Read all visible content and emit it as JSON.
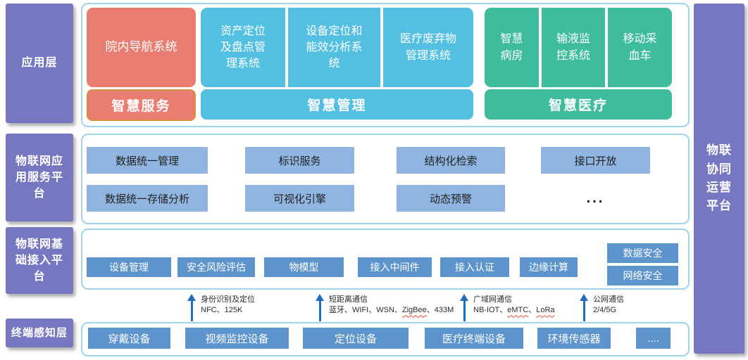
{
  "title": "医院物联网平台架构图",
  "colors": {
    "purple": "#7577C1",
    "panel_border": "#9ED4EA",
    "red_box": "#EA7D72",
    "orange_border": "#D98F3E",
    "cyan_box": "#53C0E2",
    "green_box": "#3EBC9B",
    "blue_light_box": "#8FB5E0",
    "blue_mid_box": "#5C94CB",
    "arrow_blue": "#1E6FC0",
    "spellcheck_squiggle": "#E8442E"
  },
  "left_labels": [
    {
      "text": "应用层"
    },
    {
      "text": "物联网应\n用服务平\n台"
    },
    {
      "text": "物联网基\n础接入平\n台"
    },
    {
      "text": "终端感知层"
    }
  ],
  "right_label": "物联\n协同\n运营\n平台",
  "app_layer": {
    "service": {
      "box": "院内导航系统",
      "label": "智慧服务"
    },
    "management": {
      "boxes": [
        "资产定位\n及盘点管\n理系统",
        "设备定位和\n能效分析系\n统",
        "医疗废弃物\n管理系统"
      ],
      "label": "智慧管理"
    },
    "medical": {
      "boxes": [
        "智慧\n病房",
        "输液监\n控系统",
        "移动采\n血车"
      ],
      "label": "智慧医疗"
    }
  },
  "service_platform": {
    "row1": [
      "数据统一管理",
      "标识服务",
      "结构化检索",
      "接口开放"
    ],
    "row2": [
      "数据统一存储分析",
      "可视化引擎",
      "动态预警"
    ],
    "ellipsis": "..."
  },
  "access_platform": {
    "boxes": [
      "设备管理",
      "安全风险评估",
      "物模型",
      "接入中间件",
      "接入认证",
      "边缘计算"
    ],
    "security": [
      "数据安全",
      "网络安全"
    ]
  },
  "comm_channels": [
    {
      "title": "身份识别及定位",
      "sub": "NFC、125K"
    },
    {
      "title": "短距离通信",
      "parts": [
        {
          "t": "蓝牙、WIFI、WSN、"
        },
        {
          "t": "ZigBee"
        },
        {
          "t": "、433M"
        }
      ]
    },
    {
      "title": "广域网通信",
      "parts": [
        {
          "t": "NB-IOT、"
        },
        {
          "t": "eMTC"
        },
        {
          "t": "、"
        },
        {
          "t": "LoRa"
        }
      ]
    },
    {
      "title": "公网通信",
      "sub": "2/4/5G"
    }
  ],
  "terminal_layer": {
    "boxes": [
      "穿戴设备",
      "视频监控设备",
      "定位设备",
      "医疗终端设备",
      "环境传感器",
      "...."
    ]
  }
}
